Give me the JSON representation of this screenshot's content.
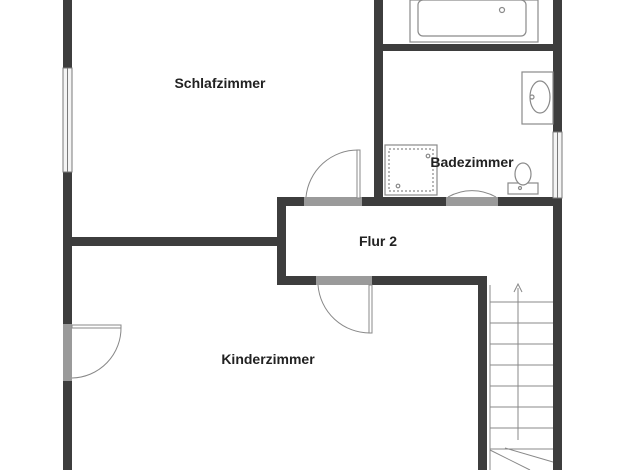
{
  "rooms": {
    "schlafzimmer": "Schlafzimmer",
    "badezimmer": "Badezimmer",
    "flur": "Flur 2",
    "kinderzimmer": "Kinderzimmer"
  },
  "colors": {
    "wall": "#3d3d3d",
    "window": "#f4f4f4",
    "window_outline": "#7a7a7a",
    "door_frame": "#9a9a9a",
    "door_line": "#888888",
    "fixture": "#8a8a8a",
    "background": "#ffffff"
  }
}
